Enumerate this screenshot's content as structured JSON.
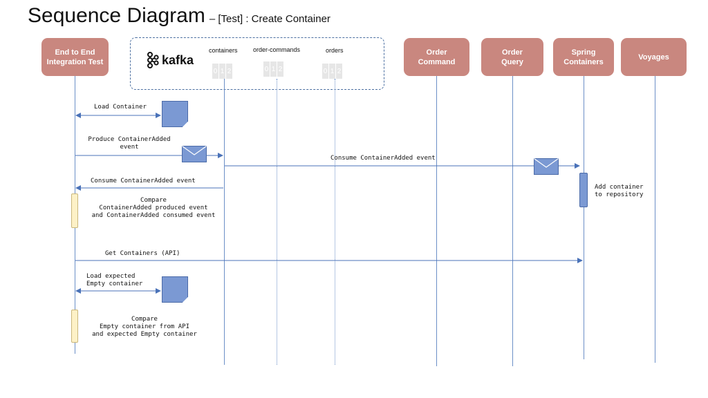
{
  "title": {
    "main": "Sequence Diagram",
    "sub": "– [Test] : Create Container"
  },
  "actors": {
    "e2e": "End to End\nIntegration Test",
    "order_command": "Order\nCommand",
    "order_query": "Order\nQuery",
    "spring_containers": "Spring\nContainers",
    "voyages": "Voyages"
  },
  "kafka": {
    "logo_text": "kafka",
    "topics": [
      {
        "name": "containers",
        "partitions": [
          "0",
          "1",
          "2"
        ]
      },
      {
        "name": "order-commands",
        "partitions": [
          "0",
          "1",
          "2"
        ]
      },
      {
        "name": "orders",
        "partitions": [
          "0",
          "1",
          "2"
        ]
      }
    ]
  },
  "messages": {
    "load_container": "Load Container",
    "produce_event": "Produce ContainerAdded\nevent",
    "consume_event_spring": "Consume ContainerAdded event",
    "consume_event_test": "Consume ContainerAdded event",
    "compare1": "Compare\nContainerAdded produced event\nand ContainerAdded consumed event",
    "add_container": "Add container\nto repository",
    "get_containers": "Get Containers (API)",
    "load_expected": "Load expected\nEmpty container",
    "compare2": "Compare\nEmpty container from API\nand expected Empty container"
  },
  "colors": {
    "actor": "#c9877f",
    "lifeline": "#6b8fc7",
    "note": "#7b99d3",
    "activation_test": "#fdf1c7"
  }
}
